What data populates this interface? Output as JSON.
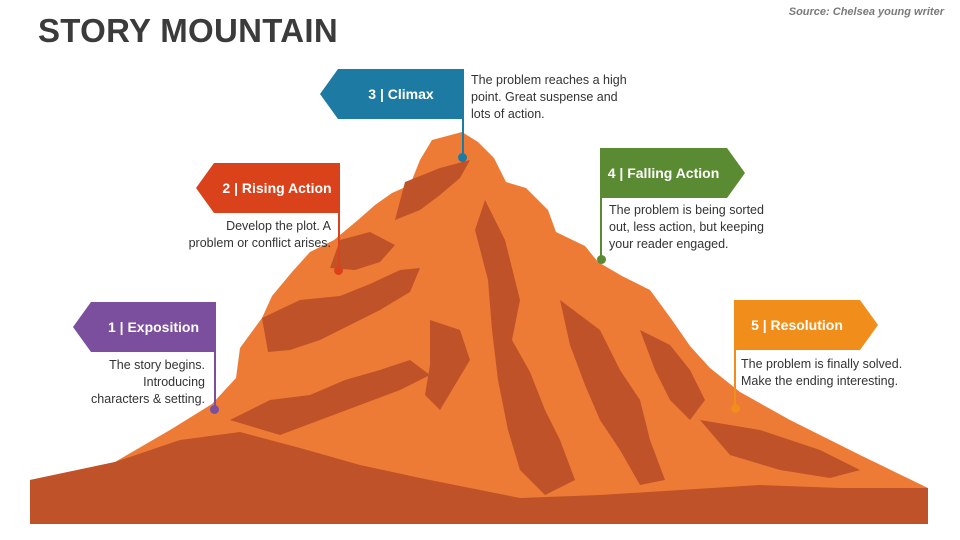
{
  "title": "STORY MOUNTAIN",
  "source": "Source: Chelsea young writer",
  "colors": {
    "mountain_light": "#ED7B35",
    "mountain_dark": "#BF5228",
    "exposition": "#7B4F9E",
    "rising_action": "#D9421A",
    "climax": "#1D7BA3",
    "falling_action": "#5A8A32",
    "resolution": "#F18D1B"
  },
  "stages": [
    {
      "label": "1 | Exposition",
      "text": [
        "The story begins.",
        "Introducing",
        "characters & setting."
      ]
    },
    {
      "label": "2 | Rising Action",
      "text": [
        "Develop the plot. A",
        "problem or conflict arises."
      ]
    },
    {
      "label": "3 | Climax",
      "text": [
        "The problem reaches a high",
        "point. Great suspense and",
        "lots of action."
      ]
    },
    {
      "label": "4 | Falling Action",
      "text": [
        "The problem is being sorted",
        "out, less action, but keeping",
        "your reader engaged."
      ]
    },
    {
      "label": "5 | Resolution",
      "text": [
        "The problem is finally solved.",
        "Make the ending interesting."
      ]
    }
  ]
}
